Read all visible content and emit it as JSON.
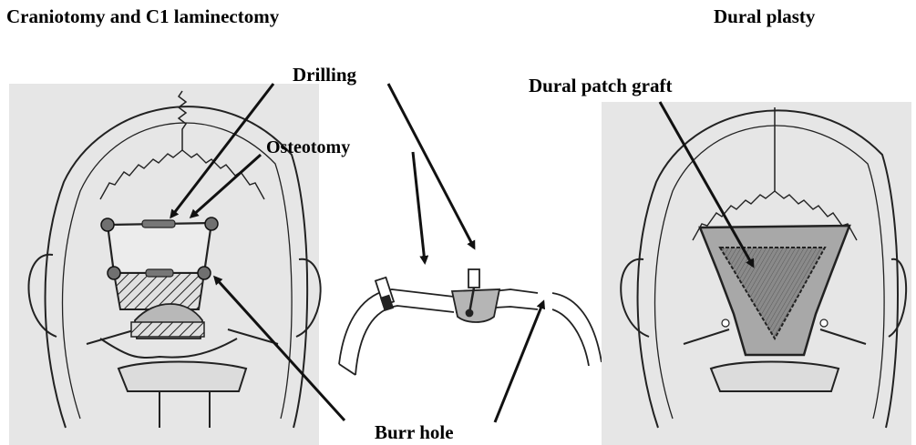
{
  "titles": {
    "left": "Craniotomy and  C1 laminectomy",
    "right": "Dural plasty"
  },
  "labels": {
    "drilling": "Drilling",
    "osteotomy": "Osteotomy",
    "dural_patch_graft": "Dural patch graft",
    "burr_hole": "Burr hole"
  },
  "colors": {
    "photo_background": "#e6e6e6",
    "line": "#222222",
    "burr_hole_fill": "#707070",
    "graft_fill": "#7d7d7d",
    "patch_fill": "#a8a8a8"
  }
}
